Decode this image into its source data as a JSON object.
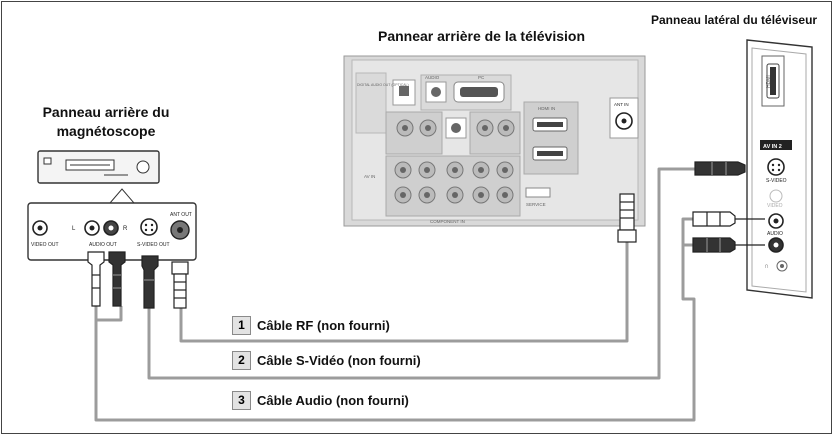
{
  "titles": {
    "tv_rear": "Pannear arrière de la télévision",
    "tv_side": "Panneau latéral du téléviseur",
    "vcr_rear_line1": "Panneau arrière du",
    "vcr_rear_line2": "magnétoscope"
  },
  "cables": [
    {
      "number": "1",
      "label": "Câble RF (non fourni)"
    },
    {
      "number": "2",
      "label": "Câble S-Vidéo (non fourni)"
    },
    {
      "number": "3",
      "label": "Câble Audio (non fourni)"
    }
  ],
  "vcr_ports": {
    "video_out": "VIDEO OUT",
    "audio_out": "AUDIO OUT",
    "svideo_out": "S-VIDEO OUT",
    "ant_out": "ANT OUT",
    "left_mark": "L",
    "right_mark": "R"
  },
  "tv_rear_ports": {
    "ant_in": "ANT IN",
    "hdmi_in": "HDMI IN",
    "digital_audio_out": "DIGITAL AUDIO OUT (OPTICAL)",
    "component_in": "COMPONENT IN",
    "service": "SERVICE",
    "audio": "AUDIO",
    "pc": "PC",
    "av_in": "AV IN"
  },
  "tv_side_ports": {
    "av_in_2": "AV IN 2",
    "s_video": "S-VIDEO",
    "video": "VIDEO",
    "audio": "AUDIO",
    "hdmi": "HDMI"
  },
  "colors": {
    "cable": "#9c9c9c",
    "panel": "#dcdcdc",
    "number_box": "#e3e3e3"
  }
}
